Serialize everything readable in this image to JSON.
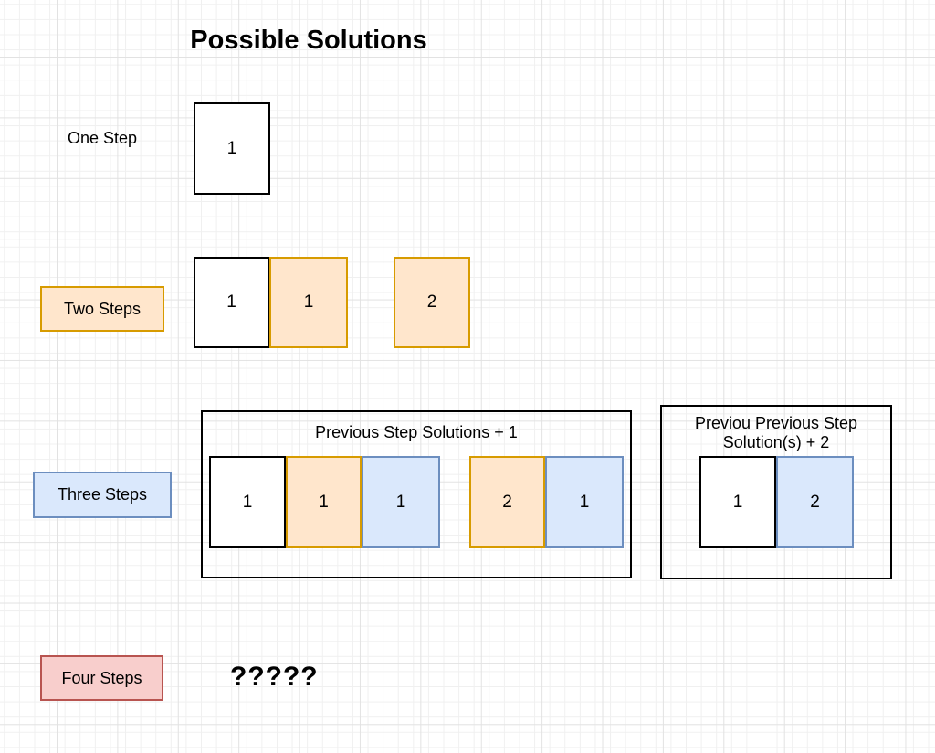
{
  "title": "Possible Solutions",
  "colors": {
    "orange_fill": "#FFE6CC",
    "orange_border": "#D79B00",
    "blue_fill": "#DAE8FC",
    "blue_border": "#6C8EBF",
    "red_fill": "#F8CECC",
    "red_border": "#B85450"
  },
  "rows": [
    {
      "id": "one-step",
      "label": "One Step",
      "solutions": [
        {
          "cells": [
            {
              "value": "1",
              "style": "white"
            }
          ]
        }
      ]
    },
    {
      "id": "two-steps",
      "label": "Two Steps",
      "solutions": [
        {
          "cells": [
            {
              "value": "1",
              "style": "white"
            },
            {
              "value": "1",
              "style": "orange"
            }
          ]
        },
        {
          "cells": [
            {
              "value": "2",
              "style": "orange"
            }
          ]
        }
      ]
    },
    {
      "id": "three-steps",
      "label": "Three Steps",
      "containers": [
        {
          "title": "Previous Step Solutions + 1",
          "solutions": [
            {
              "cells": [
                {
                  "value": "1",
                  "style": "white"
                },
                {
                  "value": "1",
                  "style": "orange"
                },
                {
                  "value": "1",
                  "style": "blue"
                }
              ]
            },
            {
              "cells": [
                {
                  "value": "2",
                  "style": "orange"
                },
                {
                  "value": "1",
                  "style": "blue"
                }
              ]
            }
          ]
        },
        {
          "title": "Previou Previous Step Solution(s) + 2",
          "solutions": [
            {
              "cells": [
                {
                  "value": "1",
                  "style": "white"
                },
                {
                  "value": "2",
                  "style": "blue"
                }
              ]
            }
          ]
        }
      ]
    },
    {
      "id": "four-steps",
      "label": "Four Steps",
      "placeholder": "?????"
    }
  ]
}
